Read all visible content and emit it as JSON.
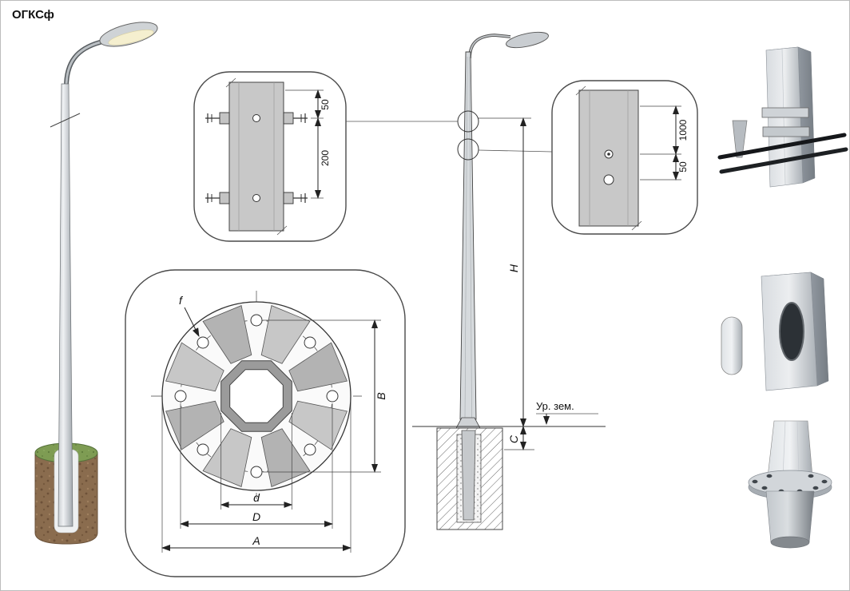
{
  "page": {
    "title": "ОГКСф"
  },
  "clamp_detail": {
    "dim_top": "50",
    "dim_between": "200"
  },
  "flange_plan": {
    "dim_f": "f",
    "dim_B": "B",
    "dim_d": "d",
    "dim_D": "D",
    "dim_A": "A"
  },
  "elevation": {
    "dim_H": "H",
    "dim_C": "C",
    "ground_label": "Ур. зем."
  },
  "hole_detail": {
    "dim_upper": "1000",
    "dim_lower": "50"
  }
}
